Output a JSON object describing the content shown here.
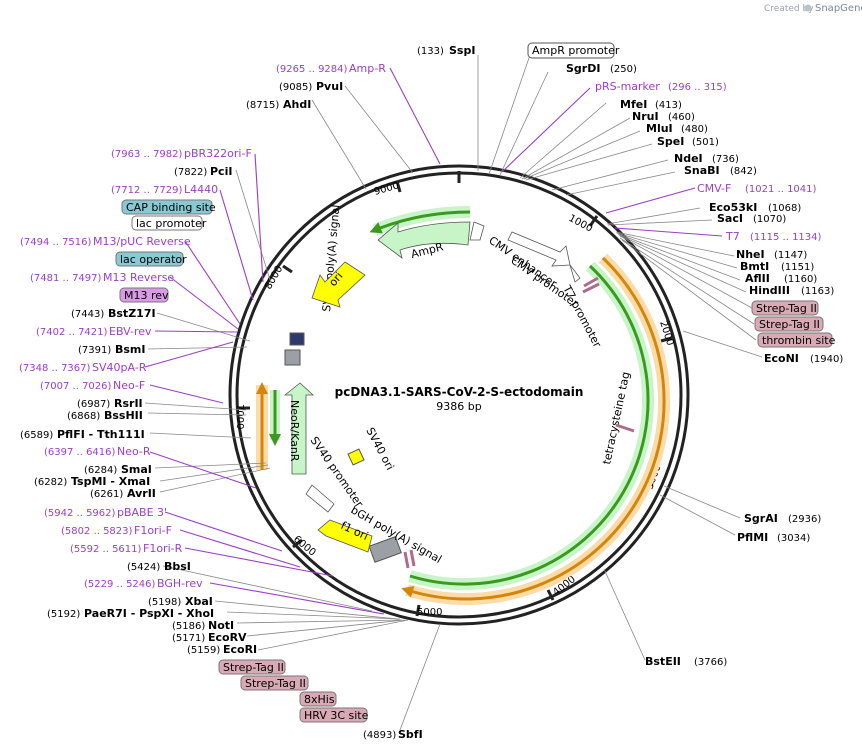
{
  "header": {
    "created_by": "Created by",
    "brand": "SnapGene"
  },
  "plasmid": {
    "name": "pcDNA3.1-SARS-CoV-2-S-ectodomain",
    "size": "9386 bp"
  },
  "ticks": [
    "1000",
    "2000",
    "3000",
    "4000",
    "5000",
    "6000",
    "7000",
    "8000",
    "9000"
  ],
  "sites": [
    {
      "name": "SspI",
      "pos": "(133)"
    },
    {
      "name": "SgrDI",
      "pos": "(250)"
    },
    {
      "name": "MfeI",
      "pos": "(413)"
    },
    {
      "name": "NruI",
      "pos": "(460)"
    },
    {
      "name": "MluI",
      "pos": "(480)"
    },
    {
      "name": "SpeI",
      "pos": "(501)"
    },
    {
      "name": "NdeI",
      "pos": "(736)"
    },
    {
      "name": "SnaBI",
      "pos": "(842)"
    },
    {
      "name": "Eco53kI",
      "pos": "(1068)"
    },
    {
      "name": "SacI",
      "pos": "(1070)"
    },
    {
      "name": "NheI",
      "pos": "(1147)"
    },
    {
      "name": "BmtI",
      "pos": "(1151)"
    },
    {
      "name": "AflII",
      "pos": "(1160)"
    },
    {
      "name": "HindIII",
      "pos": "(1163)"
    },
    {
      "name": "EcoNI",
      "pos": "(1940)"
    },
    {
      "name": "SgrAI",
      "pos": "(2936)"
    },
    {
      "name": "PflMI",
      "pos": "(3034)"
    },
    {
      "name": "BstEII",
      "pos": "(3766)"
    },
    {
      "name": "SbfI",
      "pos": "(4893)"
    },
    {
      "name": "EcoRI",
      "pos": "(5159)"
    },
    {
      "name": "EcoRV",
      "pos": "(5171)"
    },
    {
      "name": "NotI",
      "pos": "(5186)"
    },
    {
      "name": "PaeR7I - PspXI - XhoI",
      "pos": "(5192)"
    },
    {
      "name": "XbaI",
      "pos": "(5198)"
    },
    {
      "name": "BbsI",
      "pos": "(5424)"
    },
    {
      "name": "AvrII",
      "pos": "(6261)"
    },
    {
      "name": "TspMI - XmaI",
      "pos": "(6282)"
    },
    {
      "name": "SmaI",
      "pos": "(6284)"
    },
    {
      "name": "PflFI - Tth111I",
      "pos": "(6589)"
    },
    {
      "name": "BssHII",
      "pos": "(6868)"
    },
    {
      "name": "RsrII",
      "pos": "(6987)"
    },
    {
      "name": "BsmI",
      "pos": "(7391)"
    },
    {
      "name": "BstZ17I",
      "pos": "(7443)"
    },
    {
      "name": "PciI",
      "pos": "(7822)"
    },
    {
      "name": "AhdI",
      "pos": "(8715)"
    },
    {
      "name": "PvuI",
      "pos": "(9085)"
    }
  ],
  "primers": [
    {
      "name": "Amp-R",
      "pos": "(9265 .. 9284)"
    },
    {
      "name": "pRS-marker",
      "pos": "(296 .. 315)"
    },
    {
      "name": "CMV-F",
      "pos": "(1021 .. 1041)"
    },
    {
      "name": "T7",
      "pos": "(1115 .. 1134)"
    },
    {
      "name": "BGH-rev",
      "pos": "(5229 .. 5246)"
    },
    {
      "name": "F1ori-R",
      "pos": "(5592 .. 5611)"
    },
    {
      "name": "F1ori-F",
      "pos": "(5802 .. 5823)"
    },
    {
      "name": "pBABE 3'",
      "pos": "(5942 .. 5962)"
    },
    {
      "name": "Neo-R",
      "pos": "(6397 .. 6416)"
    },
    {
      "name": "Neo-F",
      "pos": "(7007 .. 7026)"
    },
    {
      "name": "SV40pA-R",
      "pos": "(7348 .. 7367)"
    },
    {
      "name": "EBV-rev",
      "pos": "(7402 .. 7421)"
    },
    {
      "name": "M13 Reverse",
      "pos": "(7481 .. 7497)"
    },
    {
      "name": "M13/pUC Reverse",
      "pos": "(7494 .. 7516)"
    },
    {
      "name": "L4440",
      "pos": "(7712 .. 7729)"
    },
    {
      "name": "pBR322ori-F",
      "pos": "(7963 .. 7982)"
    }
  ],
  "boxed": [
    "AmpR promoter",
    "Strep-Tag II",
    "Strep-Tag II",
    "thrombin site",
    "Strep-Tag II",
    "Strep-Tag II",
    "8xHis",
    "HRV 3C site",
    "M13 rev",
    "lac operator",
    "lac promoter",
    "CAP binding site"
  ],
  "features": [
    "AmpR",
    "CMV enhancer",
    "CMV promoter",
    "T7 promoter",
    "tetracysteine tag",
    "bGH poly(A) signal",
    "f1 ori",
    "SV40 promoter",
    "NeoR/KanR",
    "SV40 ori",
    "SV40 poly(A) signal",
    "ori"
  ],
  "colors": {
    "primer": "#9b3fc6",
    "amp": "#c8f5c8",
    "cds_green": "#3b9a1e",
    "cds_orange": "#d4860a",
    "ori_yellow": "#ffff00",
    "pink_box": "#d9aab5",
    "blue_box": "#88c9d4",
    "m13_box": "#d99ae6",
    "backbone": "#222222"
  }
}
